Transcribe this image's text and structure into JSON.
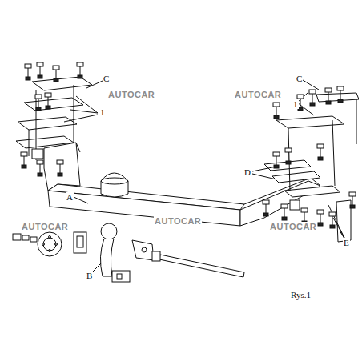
{
  "diagram": {
    "labels": [
      "C",
      "1",
      "AUTOCAR",
      "AUTOCAR",
      "C",
      "1",
      "D",
      "A",
      "AUTOCAR",
      "AUTOCAR",
      "AUTOCAR",
      "B",
      "E",
      "Rys.1"
    ]
  }
}
